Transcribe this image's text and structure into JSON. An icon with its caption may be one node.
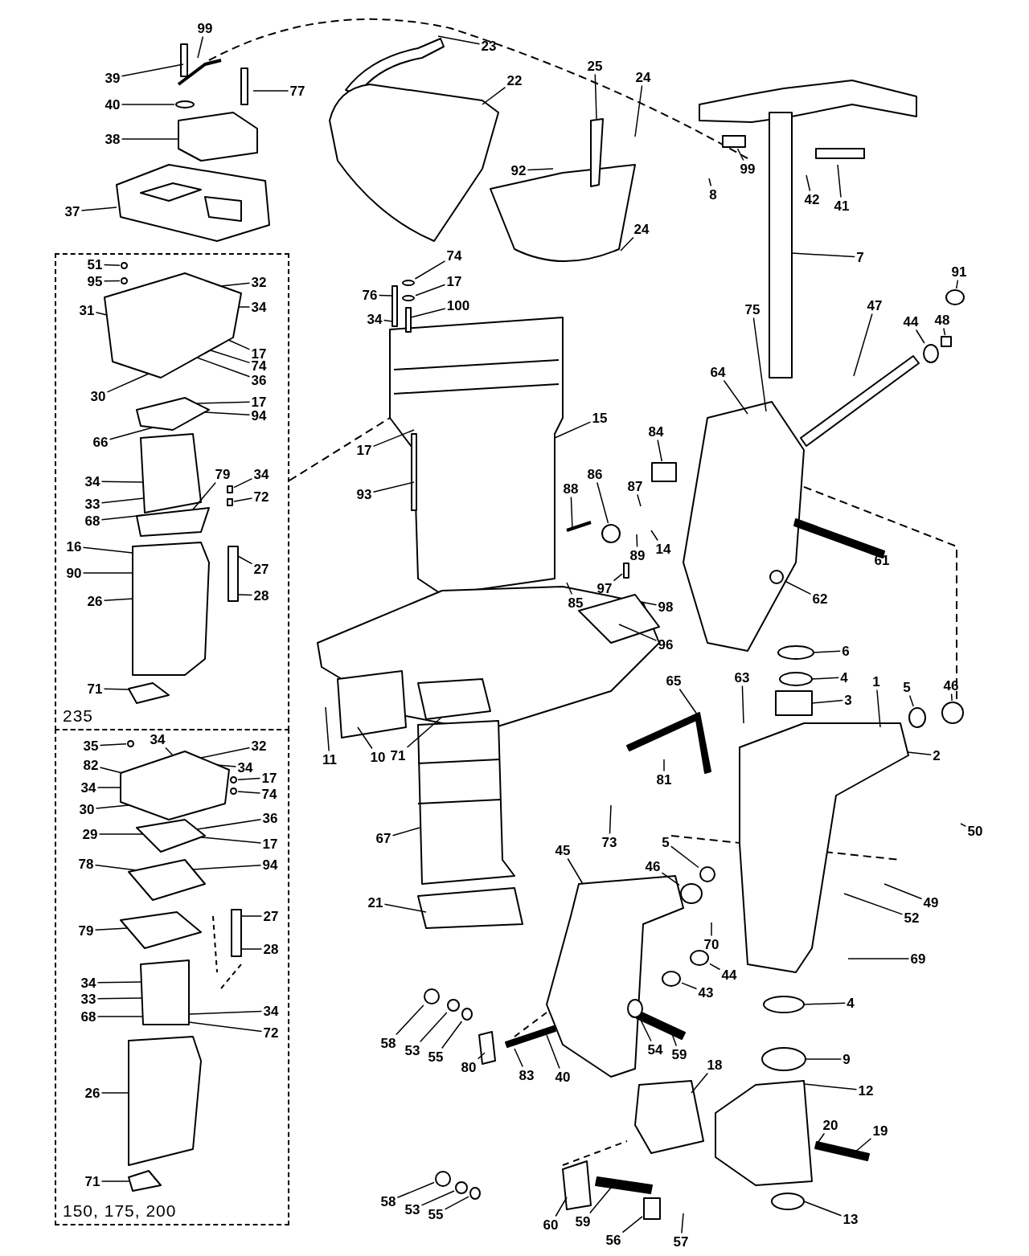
{
  "diagram": {
    "nodes": [
      {
        "text": [
          "39"
        ]
      },
      {
        "text": [
          "99"
        ]
      },
      {
        "text": [
          "40"
        ]
      },
      {
        "text": [
          "77"
        ]
      },
      {
        "text": [
          "38"
        ]
      },
      {
        "text": [
          "37"
        ]
      },
      {
        "text": [
          "23"
        ]
      },
      {
        "text": [
          "22"
        ]
      },
      {
        "text": [
          "25"
        ]
      },
      {
        "text": [
          "24"
        ]
      },
      {
        "text": [
          "92"
        ]
      },
      {
        "text": [
          "99"
        ]
      },
      {
        "text": [
          "8"
        ]
      },
      {
        "text": [
          "42"
        ]
      },
      {
        "text": [
          "41"
        ]
      },
      {
        "text": [
          "24"
        ]
      },
      {
        "text": [
          "7"
        ]
      },
      {
        "text": [
          "74"
        ]
      },
      {
        "text": [
          "17"
        ]
      },
      {
        "text": [
          "100"
        ]
      },
      {
        "text": [
          "76"
        ]
      },
      {
        "text": [
          "34"
        ]
      },
      {
        "text": [
          "91"
        ]
      },
      {
        "text": [
          "44"
        ]
      },
      {
        "text": [
          "48"
        ]
      },
      {
        "text": [
          "47"
        ]
      },
      {
        "text": [
          "75"
        ]
      },
      {
        "text": [
          "64"
        ]
      },
      {
        "text": [
          "15"
        ]
      },
      {
        "text": [
          "17"
        ]
      },
      {
        "text": [
          "93"
        ]
      },
      {
        "text": [
          "84"
        ]
      },
      {
        "text": [
          "88"
        ]
      },
      {
        "text": [
          "86"
        ]
      },
      {
        "text": [
          "87"
        ]
      },
      {
        "text": [
          "89"
        ]
      },
      {
        "text": [
          "14"
        ]
      },
      {
        "text": [
          "97"
        ]
      },
      {
        "text": [
          "85"
        ]
      },
      {
        "text": [
          "98"
        ]
      },
      {
        "text": [
          "96"
        ]
      },
      {
        "text": [
          "61"
        ]
      },
      {
        "text": [
          "62"
        ]
      },
      {
        "text": [
          "6"
        ]
      },
      {
        "text": [
          "4"
        ]
      },
      {
        "text": [
          "3"
        ]
      },
      {
        "text": [
          "1"
        ]
      },
      {
        "text": [
          "5"
        ]
      },
      {
        "text": [
          "46"
        ]
      },
      {
        "text": [
          "2"
        ]
      },
      {
        "text": [
          "50"
        ]
      },
      {
        "text": [
          "49"
        ]
      },
      {
        "text": [
          "52"
        ]
      },
      {
        "text": [
          "69"
        ]
      },
      {
        "text": [
          "65"
        ]
      },
      {
        "text": [
          "63"
        ]
      },
      {
        "text": [
          "81"
        ]
      },
      {
        "text": [
          "73"
        ]
      },
      {
        "text": [
          "5"
        ]
      },
      {
        "text": [
          "46"
        ]
      },
      {
        "text": [
          "70"
        ]
      },
      {
        "text": [
          "45"
        ]
      },
      {
        "text": [
          "44"
        ]
      },
      {
        "text": [
          "43"
        ]
      },
      {
        "text": [
          "54"
        ]
      },
      {
        "text": [
          "59"
        ]
      },
      {
        "text": [
          "4"
        ]
      },
      {
        "text": [
          "9"
        ]
      },
      {
        "text": [
          "12"
        ]
      },
      {
        "text": [
          "18"
        ]
      },
      {
        "text": [
          "20"
        ]
      },
      {
        "text": [
          "19"
        ]
      },
      {
        "text": [
          "13"
        ]
      },
      {
        "text": [
          "60"
        ]
      },
      {
        "text": [
          "59"
        ]
      },
      {
        "text": [
          "56"
        ]
      },
      {
        "text": [
          "57"
        ]
      },
      {
        "text": [
          "58"
        ]
      },
      {
        "text": [
          "53"
        ]
      },
      {
        "text": [
          "55"
        ]
      },
      {
        "text": [
          "80"
        ]
      },
      {
        "text": [
          "83"
        ]
      },
      {
        "text": [
          "40"
        ]
      },
      {
        "text": [
          "58"
        ]
      },
      {
        "text": [
          "53"
        ]
      },
      {
        "text": [
          "55"
        ]
      },
      {
        "text": [
          "11"
        ]
      },
      {
        "text": [
          "10"
        ]
      },
      {
        "text": [
          "71"
        ]
      },
      {
        "text": [
          "67"
        ]
      },
      {
        "text": [
          "21"
        ]
      },
      {
        "text": [
          "235"
        ]
      },
      {
        "text": [
          "51"
        ],
        "in": 91
      },
      {
        "text": [
          "95"
        ],
        "in": 91
      },
      {
        "text": [
          "31"
        ],
        "in": 91
      },
      {
        "text": [
          "32"
        ],
        "in": 91
      },
      {
        "text": [
          "34"
        ],
        "in": 91
      },
      {
        "text": [
          "17"
        ],
        "in": 91
      },
      {
        "text": [
          "74"
        ],
        "in": 91
      },
      {
        "text": [
          "36"
        ],
        "in": 91
      },
      {
        "text": [
          "30"
        ],
        "in": 91
      },
      {
        "text": [
          "17"
        ],
        "in": 91
      },
      {
        "text": [
          "94"
        ],
        "in": 91
      },
      {
        "text": [
          "66"
        ],
        "in": 91
      },
      {
        "text": [
          "34"
        ],
        "in": 91
      },
      {
        "text": [
          "79"
        ],
        "in": 91
      },
      {
        "text": [
          "34"
        ],
        "in": 91
      },
      {
        "text": [
          "33"
        ],
        "in": 91
      },
      {
        "text": [
          "72"
        ],
        "in": 91
      },
      {
        "text": [
          "68"
        ],
        "in": 91
      },
      {
        "text": [
          "16"
        ],
        "in": 91
      },
      {
        "text": [
          "90"
        ],
        "in": 91
      },
      {
        "text": [
          "27"
        ],
        "in": 91
      },
      {
        "text": [
          "28"
        ],
        "in": 91
      },
      {
        "text": [
          "26"
        ],
        "in": 91
      },
      {
        "text": [
          "71"
        ],
        "in": 91
      },
      {
        "text": [
          "150, 175, 200"
        ]
      },
      {
        "text": [
          "35"
        ],
        "in": 116
      },
      {
        "text": [
          "34"
        ],
        "in": 116
      },
      {
        "text": [
          "32"
        ],
        "in": 116
      },
      {
        "text": [
          "34"
        ],
        "in": 116
      },
      {
        "text": [
          "82"
        ],
        "in": 116
      },
      {
        "text": [
          "34"
        ],
        "in": 116
      },
      {
        "text": [
          "17"
        ],
        "in": 116
      },
      {
        "text": [
          "74"
        ],
        "in": 116
      },
      {
        "text": [
          "30"
        ],
        "in": 116
      },
      {
        "text": [
          "36"
        ],
        "in": 116
      },
      {
        "text": [
          "29"
        ],
        "in": 116
      },
      {
        "text": [
          "17"
        ],
        "in": 116
      },
      {
        "text": [
          "94"
        ],
        "in": 116
      },
      {
        "text": [
          "78"
        ],
        "in": 116
      },
      {
        "text": [
          "27"
        ],
        "in": 116
      },
      {
        "text": [
          "79"
        ],
        "in": 116
      },
      {
        "text": [
          "28"
        ],
        "in": 116
      },
      {
        "text": [
          "34"
        ],
        "in": 116
      },
      {
        "text": [
          "33"
        ],
        "in": 116
      },
      {
        "text": [
          "34"
        ],
        "in": 116
      },
      {
        "text": [
          "68"
        ],
        "in": 116
      },
      {
        "text": [
          "72"
        ],
        "in": 116
      },
      {
        "text": [
          "26"
        ],
        "in": 116
      },
      {
        "text": [
          "71"
        ],
        "in": 116
      },
      {
        "text": [],
        "shape": "circle"
      },
      {
        "text": [],
        "shape": "box"
      },
      {
        "text": [],
        "shape": "circle"
      },
      {
        "text": [],
        "shape": "circle"
      },
      {
        "text": [],
        "shape": "circle"
      },
      {
        "text": [],
        "shape": "circle"
      },
      {
        "text": [],
        "shape": "box"
      },
      {
        "text": [],
        "shape": "box"
      },
      {
        "text": [],
        "shape": "circle"
      },
      {
        "text": [],
        "shape": "box"
      },
      {
        "text": [],
        "shape": "circle"
      },
      {
        "text": [],
        "shape": "circle"
      },
      {
        "text": [],
        "shape": "circle"
      },
      {
        "text": [],
        "shape": "circle"
      },
      {
        "text": [],
        "shape": "circle"
      },
      {
        "text": [],
        "shape": "circle"
      },
      {
        "text": [],
        "shape": "circle"
      },
      {
        "text": [],
        "shape": "circle"
      },
      {
        "text": [],
        "shape": "box"
      },
      {
        "text": [],
        "shape": "circle"
      },
      {
        "text": [],
        "shape": "circle"
      },
      {
        "text": [],
        "shape": "circle"
      },
      {
        "text": [],
        "shape": "circle"
      },
      {
        "text": [],
        "shape": "circle"
      },
      {
        "text": [],
        "shape": "circle"
      },
      {
        "text": [],
        "shape": "circle",
        "in": 91
      },
      {
        "text": [],
        "shape": "circle",
        "in": 91
      },
      {
        "text": [],
        "shape": "box",
        "in": 91
      },
      {
        "text": [],
        "shape": "box",
        "in": 91
      },
      {
        "text": [],
        "shape": "circle",
        "in": 116
      },
      {
        "text": [],
        "shape": "circle",
        "in": 116
      },
      {
        "text": [],
        "shape": "circle",
        "in": 116
      }
    ],
    "edges": [
      {
        "from": 0,
        "to": null,
        "arrow": "none"
      },
      {
        "from": 1,
        "to": null,
        "arrow": "none"
      },
      {
        "from": 2,
        "to": 141,
        "arrow": "none"
      },
      {
        "from": 3,
        "to": null,
        "arrow": "none"
      },
      {
        "from": 4,
        "to": null,
        "arrow": "none"
      },
      {
        "from": 5,
        "to": null,
        "arrow": "none"
      },
      {
        "from": 6,
        "to": null,
        "arrow": "none"
      },
      {
        "from": 7,
        "to": null,
        "arrow": "none"
      },
      {
        "from": 8,
        "to": null,
        "arrow": "none"
      },
      {
        "from": 9,
        "to": null,
        "arrow": "none"
      },
      {
        "from": 10,
        "to": null,
        "arrow": "none"
      },
      {
        "from": 11,
        "to": 142,
        "arrow": "none"
      },
      {
        "from": 12,
        "to": null,
        "arrow": "none"
      },
      {
        "from": 13,
        "to": null,
        "arrow": "none"
      },
      {
        "from": 14,
        "to": null,
        "arrow": "none"
      },
      {
        "from": 15,
        "to": null,
        "arrow": "none"
      },
      {
        "from": 16,
        "to": null,
        "arrow": "none"
      },
      {
        "from": 17,
        "to": 143,
        "arrow": "none"
      },
      {
        "from": 18,
        "to": 144,
        "arrow": "none"
      },
      {
        "from": 19,
        "to": null,
        "arrow": "none"
      },
      {
        "from": 20,
        "to": null,
        "arrow": "none"
      },
      {
        "from": 21,
        "to": null,
        "arrow": "none"
      },
      {
        "from": 22,
        "to": 145,
        "arrow": "none"
      },
      {
        "from": 23,
        "to": 146,
        "arrow": "none"
      },
      {
        "from": 24,
        "to": 147,
        "arrow": "none"
      },
      {
        "from": 25,
        "to": null,
        "arrow": "none"
      },
      {
        "from": 26,
        "to": null,
        "arrow": "none"
      },
      {
        "from": 27,
        "to": null,
        "arrow": "none"
      },
      {
        "from": 28,
        "to": null,
        "arrow": "none"
      },
      {
        "from": 29,
        "to": null,
        "arrow": "none"
      },
      {
        "from": 30,
        "to": null,
        "arrow": "none"
      },
      {
        "from": 31,
        "to": 148,
        "arrow": "none"
      },
      {
        "from": 32,
        "to": null,
        "arrow": "none"
      },
      {
        "from": 33,
        "to": 149,
        "arrow": "none"
      },
      {
        "from": 34,
        "to": null,
        "arrow": "none"
      },
      {
        "from": 35,
        "to": null,
        "arrow": "none"
      },
      {
        "from": 36,
        "to": null,
        "arrow": "none"
      },
      {
        "from": 37,
        "to": 150,
        "arrow": "none"
      },
      {
        "from": 38,
        "to": null,
        "arrow": "none"
      },
      {
        "from": 39,
        "to": null,
        "arrow": "none"
      },
      {
        "from": 40,
        "to": null,
        "arrow": "none"
      },
      {
        "from": 41,
        "to": null,
        "arrow": "none"
      },
      {
        "from": 42,
        "to": 151,
        "arrow": "none"
      },
      {
        "from": 43,
        "to": null,
        "arrow": "none"
      },
      {
        "from": 44,
        "to": null,
        "arrow": "none"
      },
      {
        "from": 45,
        "to": null,
        "arrow": "none"
      },
      {
        "from": 46,
        "to": null,
        "arrow": "none"
      },
      {
        "from": 47,
        "to": 152,
        "arrow": "none"
      },
      {
        "from": 48,
        "to": 153,
        "arrow": "none"
      },
      {
        "from": 49,
        "to": null,
        "arrow": "none"
      },
      {
        "from": 50,
        "to": null,
        "arrow": "none"
      },
      {
        "from": 51,
        "to": null,
        "arrow": "none"
      },
      {
        "from": 52,
        "to": null,
        "arrow": "none"
      },
      {
        "from": 53,
        "to": null,
        "arrow": "none"
      },
      {
        "from": 54,
        "to": null,
        "arrow": "none"
      },
      {
        "from": 55,
        "to": null,
        "arrow": "none"
      },
      {
        "from": 56,
        "to": null,
        "arrow": "none"
      },
      {
        "from": 57,
        "to": null,
        "arrow": "none"
      },
      {
        "from": 58,
        "to": 154,
        "arrow": "none"
      },
      {
        "from": 59,
        "to": 155,
        "arrow": "none"
      },
      {
        "from": 60,
        "to": null,
        "arrow": "none"
      },
      {
        "from": 61,
        "to": null,
        "arrow": "none"
      },
      {
        "from": 62,
        "to": 156,
        "arrow": "none"
      },
      {
        "from": 63,
        "to": 157,
        "arrow": "none"
      },
      {
        "from": 64,
        "to": 158,
        "arrow": "none"
      },
      {
        "from": 65,
        "to": null,
        "arrow": "none"
      },
      {
        "from": 66,
        "to": null,
        "arrow": "none"
      },
      {
        "from": 67,
        "to": null,
        "arrow": "none"
      },
      {
        "from": 68,
        "to": null,
        "arrow": "none"
      },
      {
        "from": 69,
        "to": null,
        "arrow": "none"
      },
      {
        "from": 70,
        "to": null,
        "arrow": "none"
      },
      {
        "from": 71,
        "to": null,
        "arrow": "none"
      },
      {
        "from": 72,
        "to": null,
        "arrow": "none"
      },
      {
        "from": 73,
        "to": null,
        "arrow": "none"
      },
      {
        "from": 74,
        "to": null,
        "arrow": "none"
      },
      {
        "from": 75,
        "to": 159,
        "arrow": "none"
      },
      {
        "from": 76,
        "to": null,
        "arrow": "none"
      },
      {
        "from": 77,
        "to": 160,
        "arrow": "none"
      },
      {
        "from": 78,
        "to": 161,
        "arrow": "none"
      },
      {
        "from": 79,
        "to": 162,
        "arrow": "none"
      },
      {
        "from": 80,
        "to": null,
        "arrow": "none"
      },
      {
        "from": 81,
        "to": null,
        "arrow": "none"
      },
      {
        "from": 82,
        "to": null,
        "arrow": "none"
      },
      {
        "from": 83,
        "to": 163,
        "arrow": "none"
      },
      {
        "from": 84,
        "to": 164,
        "arrow": "none"
      },
      {
        "from": 85,
        "to": 165,
        "arrow": "none"
      },
      {
        "from": 86,
        "to": null,
        "arrow": "none"
      },
      {
        "from": 87,
        "to": null,
        "arrow": "none"
      },
      {
        "from": 88,
        "to": null,
        "arrow": "none"
      },
      {
        "from": 89,
        "to": null,
        "arrow": "none"
      },
      {
        "from": 90,
        "to": null,
        "arrow": "none"
      },
      {
        "from": 92,
        "to": 166,
        "arrow": "none"
      },
      {
        "from": 93,
        "to": 167,
        "arrow": "none"
      },
      {
        "from": 94,
        "to": null,
        "arrow": "none"
      },
      {
        "from": 95,
        "to": null,
        "arrow": "none"
      },
      {
        "from": 96,
        "to": null,
        "arrow": "none"
      },
      {
        "from": 97,
        "to": null,
        "arrow": "none"
      },
      {
        "from": 98,
        "to": null,
        "arrow": "none"
      },
      {
        "from": 99,
        "to": null,
        "arrow": "none"
      },
      {
        "from": 100,
        "to": null,
        "arrow": "none"
      },
      {
        "from": 101,
        "to": null,
        "arrow": "none"
      },
      {
        "from": 102,
        "to": null,
        "arrow": "none"
      },
      {
        "from": 103,
        "to": null,
        "arrow": "none"
      },
      {
        "from": 104,
        "to": null,
        "arrow": "none"
      },
      {
        "from": 105,
        "to": null,
        "arrow": "none"
      },
      {
        "from": 106,
        "to": 168,
        "arrow": "none"
      },
      {
        "from": 107,
        "to": null,
        "arrow": "none"
      },
      {
        "from": 108,
        "to": 169,
        "arrow": "none"
      },
      {
        "from": 109,
        "to": null,
        "arrow": "none"
      },
      {
        "from": 110,
        "to": null,
        "arrow": "none"
      },
      {
        "from": 111,
        "to": null,
        "arrow": "none"
      },
      {
        "from": 112,
        "to": null,
        "arrow": "none"
      },
      {
        "from": 113,
        "to": null,
        "arrow": "none"
      },
      {
        "from": 114,
        "to": null,
        "arrow": "none"
      },
      {
        "from": 115,
        "to": null,
        "arrow": "none"
      },
      {
        "from": 117,
        "to": 170,
        "arrow": "none"
      },
      {
        "from": 118,
        "to": null,
        "arrow": "none"
      },
      {
        "from": 119,
        "to": null,
        "arrow": "none"
      },
      {
        "from": 120,
        "to": null,
        "arrow": "none"
      },
      {
        "from": 121,
        "to": null,
        "arrow": "none"
      },
      {
        "from": 122,
        "to": null,
        "arrow": "none"
      },
      {
        "from": 123,
        "to": 171,
        "arrow": "none"
      },
      {
        "from": 124,
        "to": 172,
        "arrow": "none"
      },
      {
        "from": 125,
        "to": null,
        "arrow": "none"
      },
      {
        "from": 126,
        "to": null,
        "arrow": "none"
      },
      {
        "from": 127,
        "to": null,
        "arrow": "none"
      },
      {
        "from": 128,
        "to": null,
        "arrow": "none"
      },
      {
        "from": 129,
        "to": null,
        "arrow": "none"
      },
      {
        "from": 130,
        "to": null,
        "arrow": "none"
      },
      {
        "from": 131,
        "to": null,
        "arrow": "none"
      },
      {
        "from": 132,
        "to": null,
        "arrow": "none"
      },
      {
        "from": 133,
        "to": null,
        "arrow": "none"
      },
      {
        "from": 134,
        "to": null,
        "arrow": "none"
      },
      {
        "from": 135,
        "to": null,
        "arrow": "none"
      },
      {
        "from": 136,
        "to": null,
        "arrow": "none"
      },
      {
        "from": 137,
        "to": null,
        "arrow": "none"
      },
      {
        "from": 138,
        "to": null,
        "arrow": "none"
      },
      {
        "from": 139,
        "to": null,
        "arrow": "none"
      },
      {
        "from": 140,
        "to": null,
        "arrow": "none"
      }
    ]
  }
}
